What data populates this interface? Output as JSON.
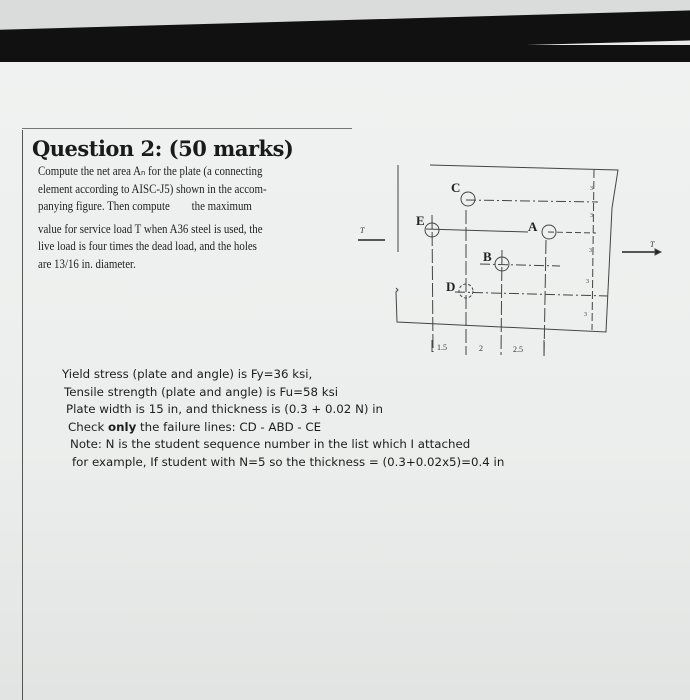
{
  "question": {
    "title": "Question 2: (50 marks)",
    "body_lines": [
      "Compute the net area Aₙ for the plate (a connecting",
      "element according to AISC-J5) shown in the accom-",
      "panying figure. Then compute        the maximum",
      "value for service load T when A36 steel is used, the",
      "live load is four times the dead load, and the holes",
      "are 13/16 in. diameter."
    ]
  },
  "figure": {
    "hole_labels": [
      "A",
      "B",
      "C",
      "D",
      "E"
    ],
    "load_label": "T",
    "bottom_dimensions": [
      "1.5",
      "2",
      "2.5"
    ],
    "side_dimensions": [
      "3",
      "3",
      "3",
      "3",
      "3"
    ]
  },
  "given": [
    "Yield stress (plate and angle) is Fy=36 ksi,",
    "Tensile strength (plate and angle) is Fu=58 ksi",
    "Plate width is 15 in, and thickness is (0.3 + 0.02 N) in",
    "Check only the failure lines: CD - ABD - CE",
    "Note: N is the student sequence number in the list which I attached",
    "for example, If student with N=5 so the thickness = (0.3+0.02x5)=0.4 in"
  ]
}
